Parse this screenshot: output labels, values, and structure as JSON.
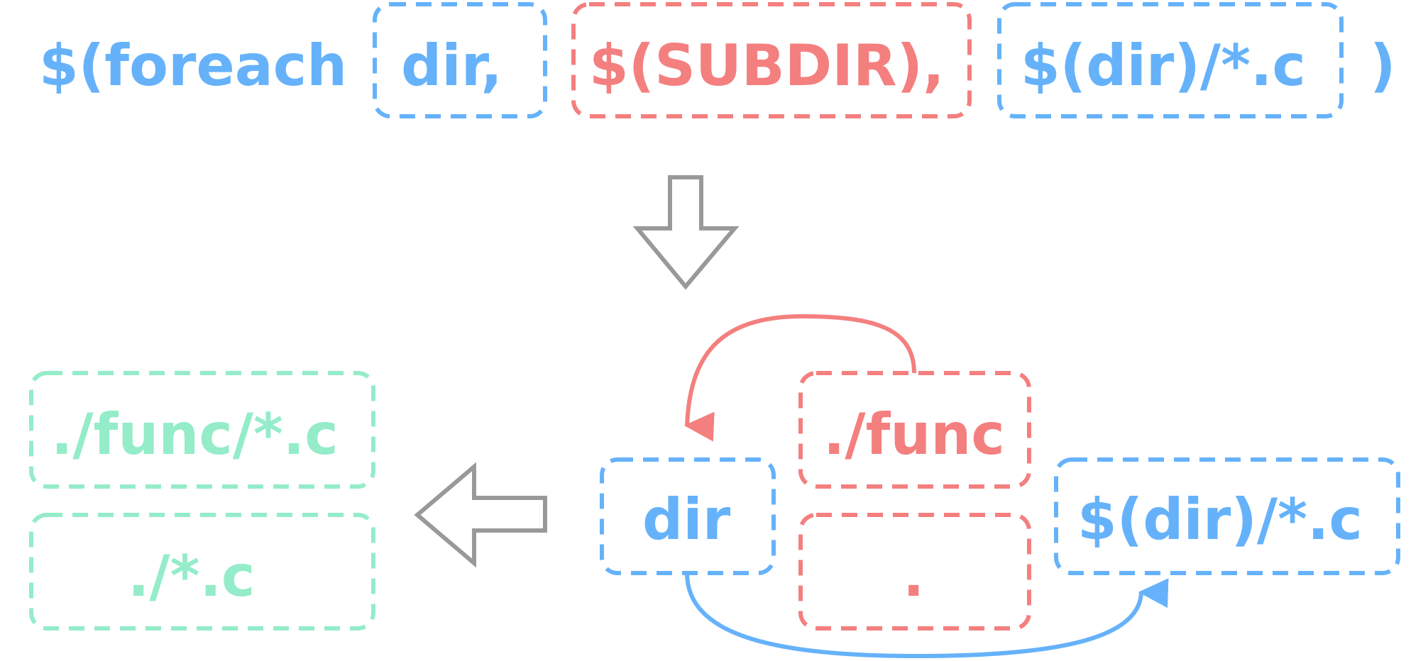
{
  "colors": {
    "blue": "#66b2fa",
    "red": "#f47f7f",
    "green": "#94ecc9",
    "gray": "#999999"
  },
  "expression": {
    "prefix": "$(foreach",
    "var_arg": "dir,",
    "list_arg": "$(SUBDIR),",
    "text_arg": "$(dir)/*.c",
    "suffix": ")"
  },
  "expansion": {
    "variable": "dir",
    "list_items": [
      "./func",
      "."
    ],
    "text": "$(dir)/*.c"
  },
  "results": [
    "./func/*.c",
    "./*.c"
  ],
  "icons": {
    "down_arrow": "hollow-down-arrow-icon",
    "left_arrow": "hollow-left-arrow-icon"
  }
}
